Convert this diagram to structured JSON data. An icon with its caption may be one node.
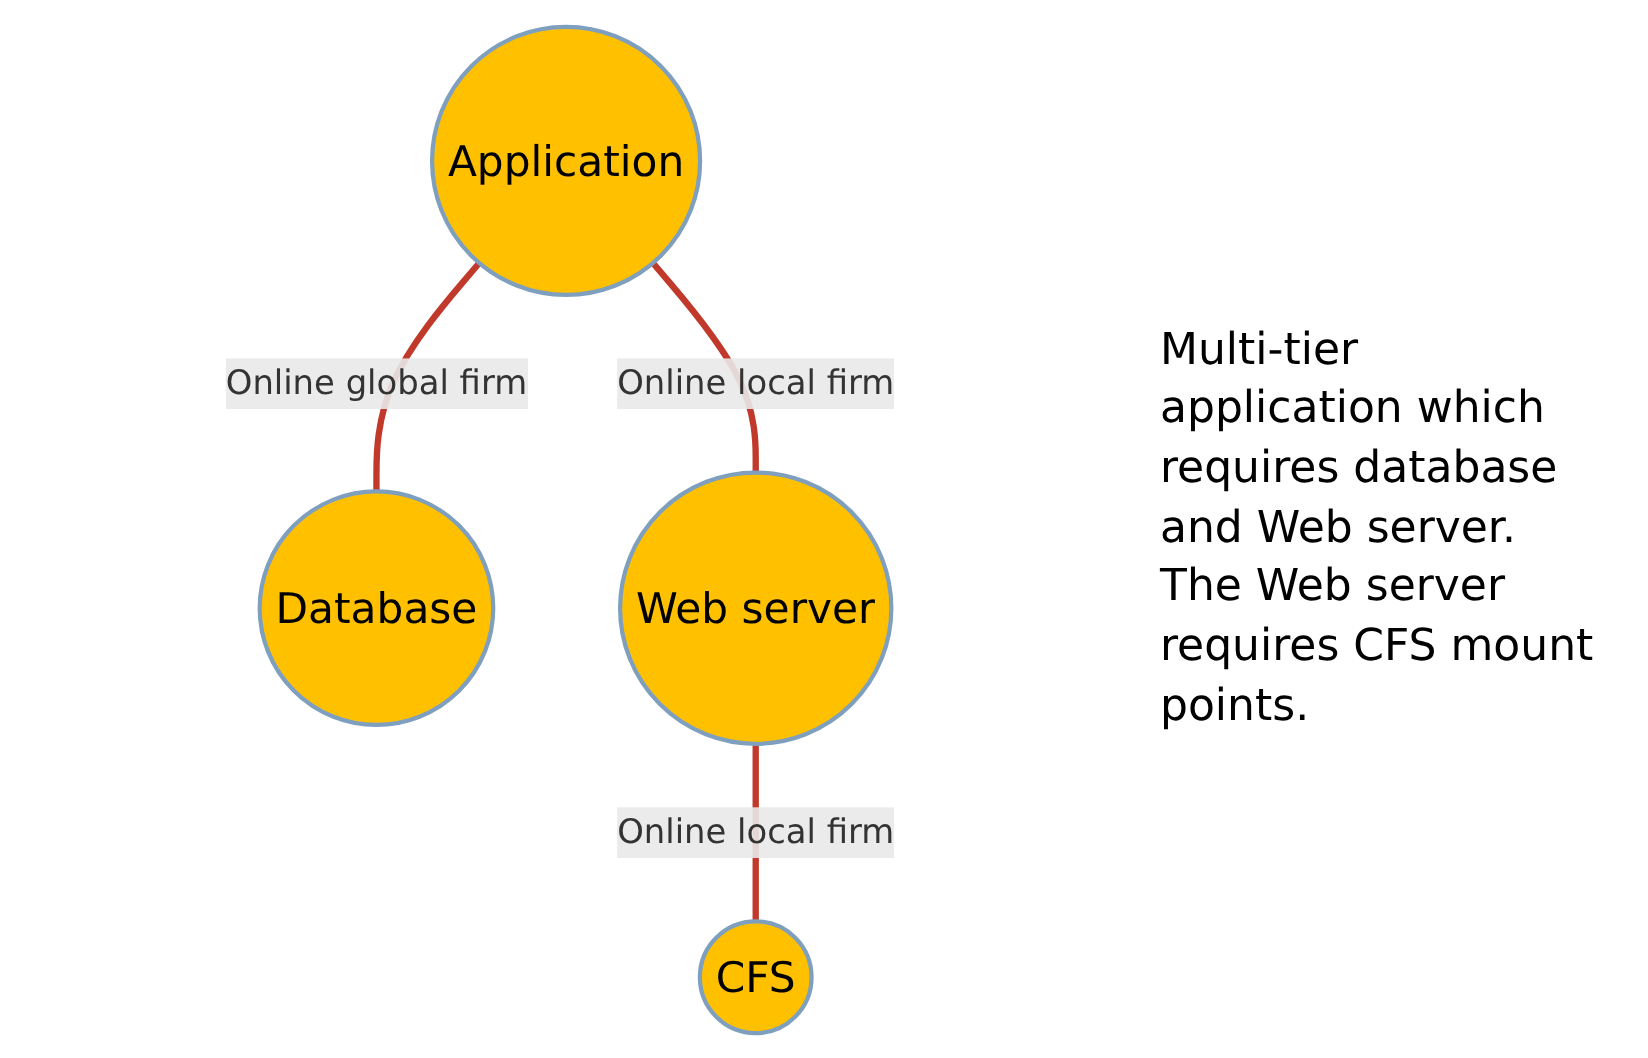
{
  "diagram": {
    "nodes": [
      {
        "text": [
          "Application"
        ]
      },
      {
        "text": [
          "Database"
        ]
      },
      {
        "text": [
          "Web server"
        ]
      },
      {
        "text": [
          "CFS"
        ]
      }
    ],
    "edges": [
      {
        "from": 0,
        "to": 1,
        "arrow": "none",
        "label": "Online global firm"
      },
      {
        "from": 0,
        "to": 2,
        "arrow": "none",
        "label": "Online local firm"
      },
      {
        "from": 2,
        "to": 3,
        "arrow": "none",
        "label": "Online local firm"
      }
    ],
    "labels": [
      "Multi-tier application which requires database and Web server. The Web server requires CFS mount points."
    ]
  }
}
